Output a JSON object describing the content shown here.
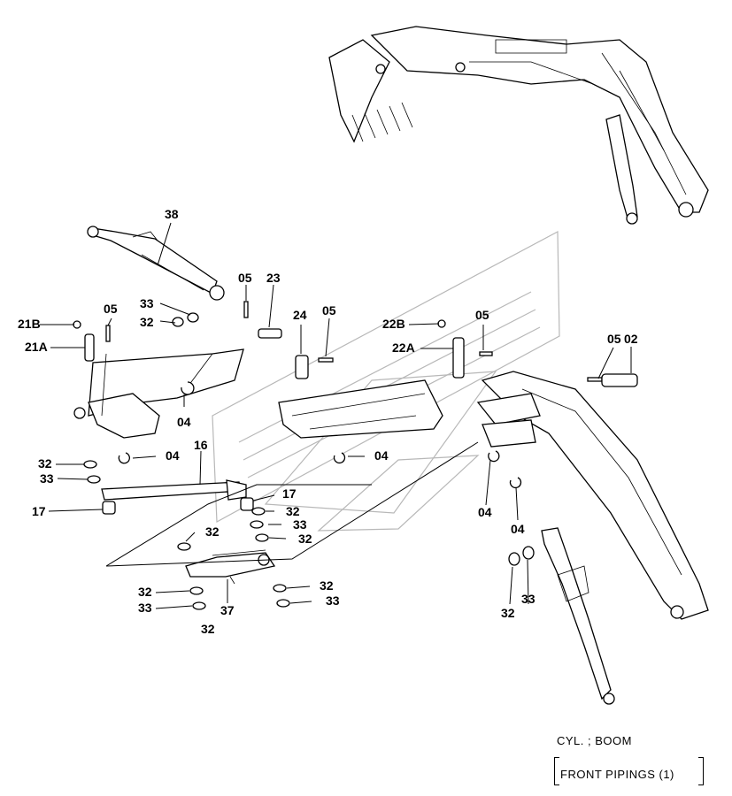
{
  "diagram": {
    "part_labels": [
      "38",
      "05",
      "23",
      "33",
      "32",
      "21B",
      "21A",
      "05",
      "24",
      "05",
      "22B",
      "22A",
      "05",
      "05",
      "02",
      "04",
      "04",
      "16",
      "32",
      "33",
      "17",
      "17",
      "32",
      "04",
      "04",
      "04",
      "33",
      "32",
      "32",
      "32",
      "33",
      "32",
      "37",
      "32",
      "33",
      "32",
      "33"
    ],
    "caption_line1": "CYL. ; BOOM",
    "caption_line2": "FRONT PIPINGS (1)"
  }
}
